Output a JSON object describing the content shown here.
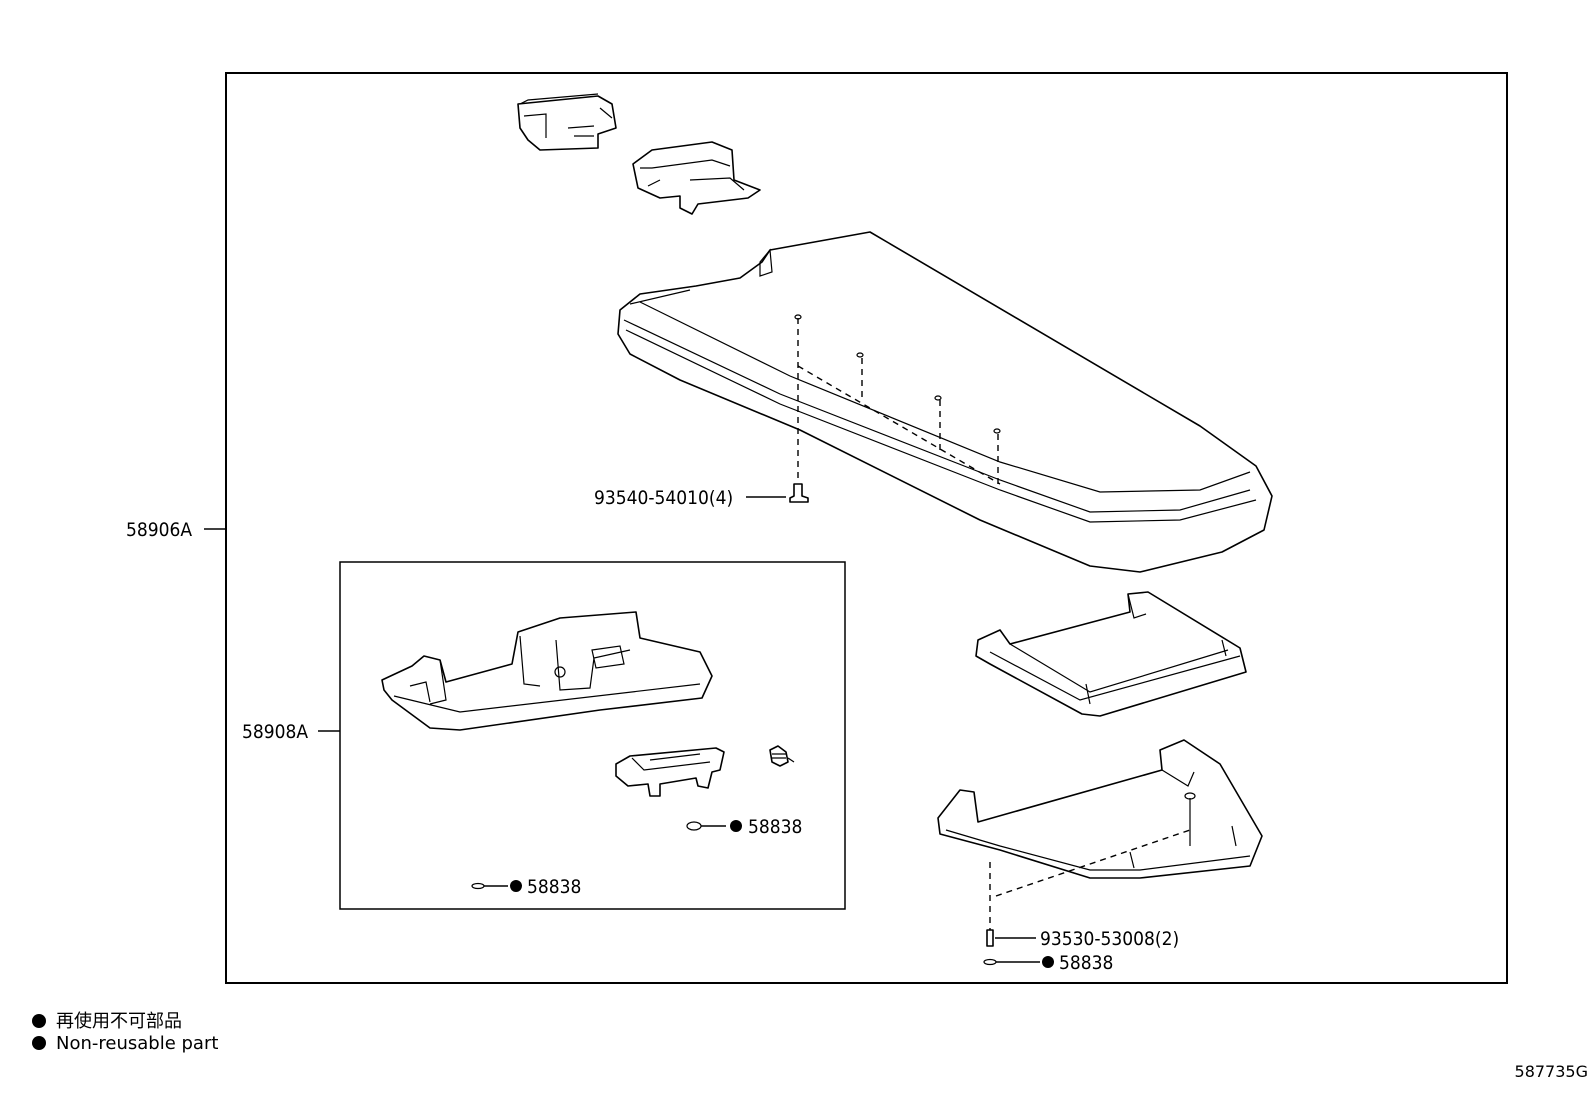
{
  "labels": {
    "assembly_main": "58906A",
    "assembly_sub": "58908A",
    "screw_top": "93540-54010(4)",
    "screw_bottom": "93530-53008(2)",
    "clip_1": "58838",
    "clip_2": "58838",
    "clip_3": "58838"
  },
  "legend": {
    "japanese": "再使用不可部品",
    "english": "Non-reusable part"
  },
  "diagram_id": "587735G"
}
